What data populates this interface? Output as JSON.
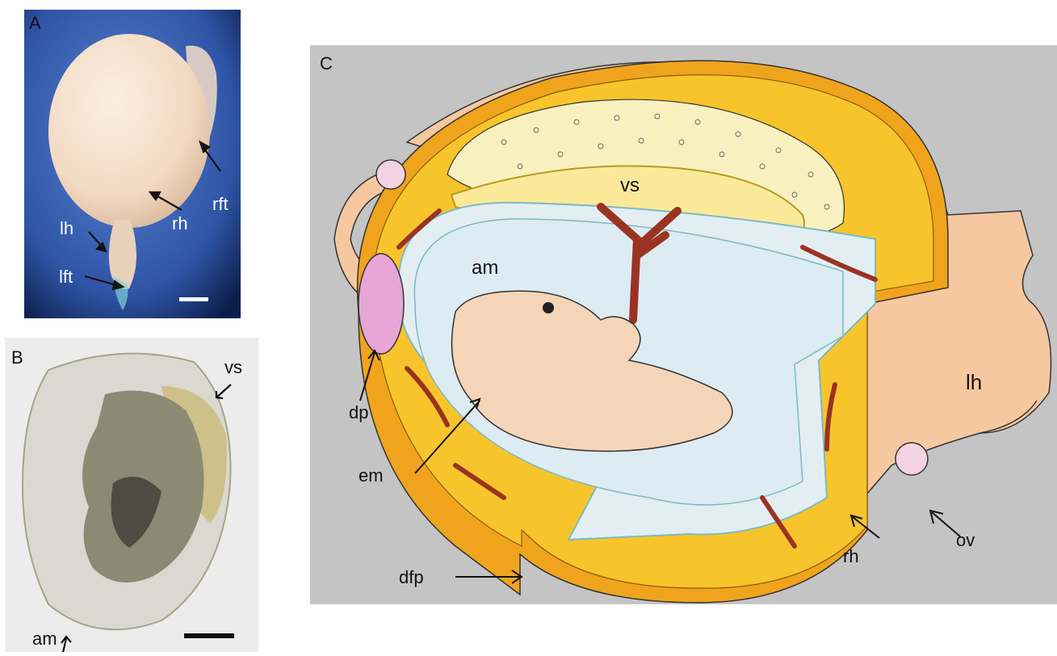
{
  "panels": {
    "a": {
      "letter": "A",
      "labels": {
        "lh": "lh",
        "lft": "lft",
        "rh": "rh",
        "rft": "rft"
      }
    },
    "b": {
      "letter": "B",
      "labels": {
        "vs": "vs",
        "am": "am"
      }
    },
    "c": {
      "letter": "C",
      "labels": {
        "vs": "vs",
        "am": "am",
        "dp": "dp",
        "em": "em",
        "dfp": "dfp",
        "lh": "lh",
        "rh": "rh",
        "ov": "ov"
      }
    }
  },
  "colors": {
    "background_c": "#c4c4c4",
    "shell_skin": "#f6c8a0",
    "yellow_layer": "#f7c52b",
    "orange_layer": "#f0a41d",
    "inner_cavity": "#dcecf2",
    "cavity_outline": "#7fb8c2",
    "vessels": "#9b3322",
    "embryo": "#f5d5b8",
    "yolk_sac": "#fbe99a",
    "placenta": "#e7a6d6",
    "photo_a_bg": "#3a5fb0",
    "photo_b_bg": "#e9e9e9"
  }
}
